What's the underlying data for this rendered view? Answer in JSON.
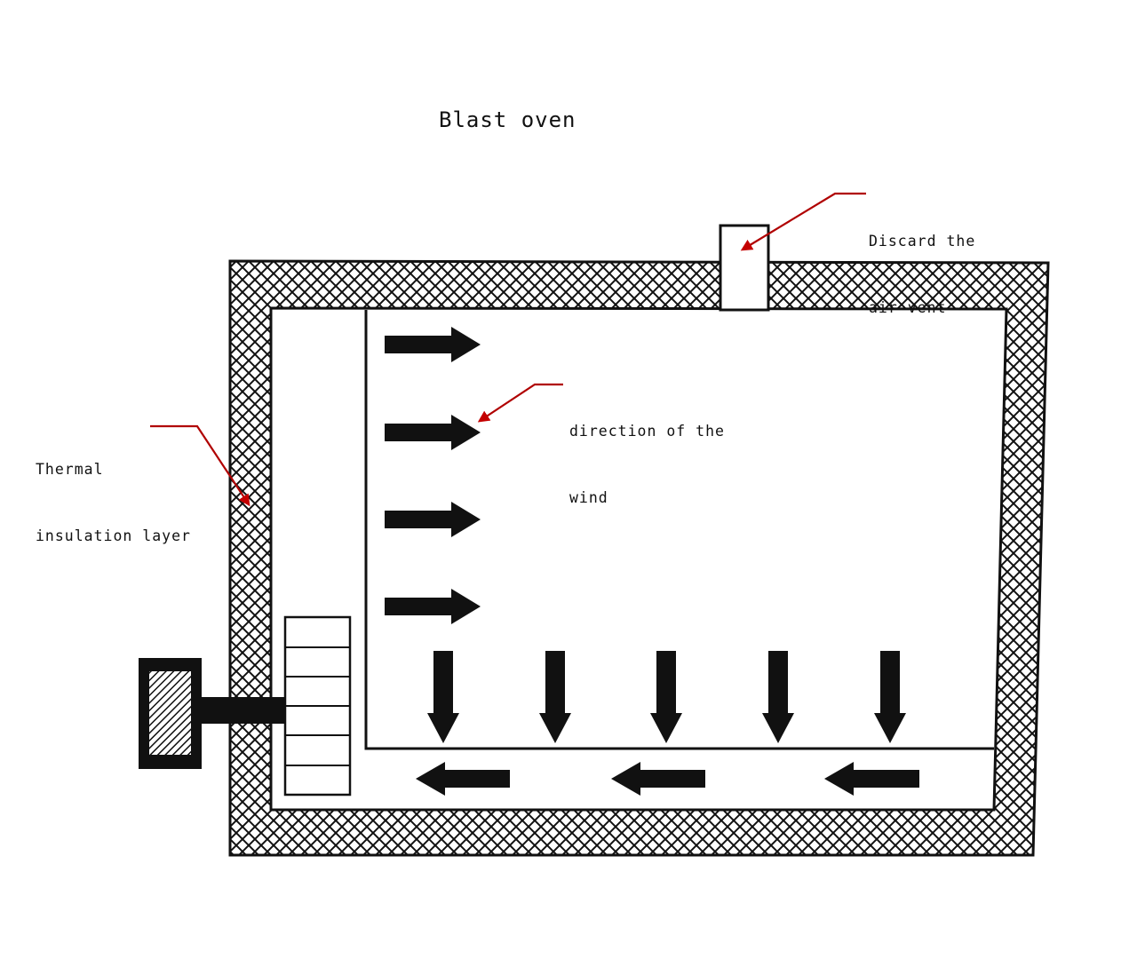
{
  "title": "Blast oven",
  "labels": {
    "vent": [
      "Discard the",
      "air vent"
    ],
    "wind": [
      "direction of the",
      "wind"
    ],
    "insulation": [
      "Thermal",
      "insulation layer"
    ]
  },
  "colors": {
    "leader": "#b00000",
    "line": "#111111",
    "background": "#ffffff"
  },
  "arrows": {
    "right_count": 4,
    "down_count": 5,
    "left_count": 3
  }
}
